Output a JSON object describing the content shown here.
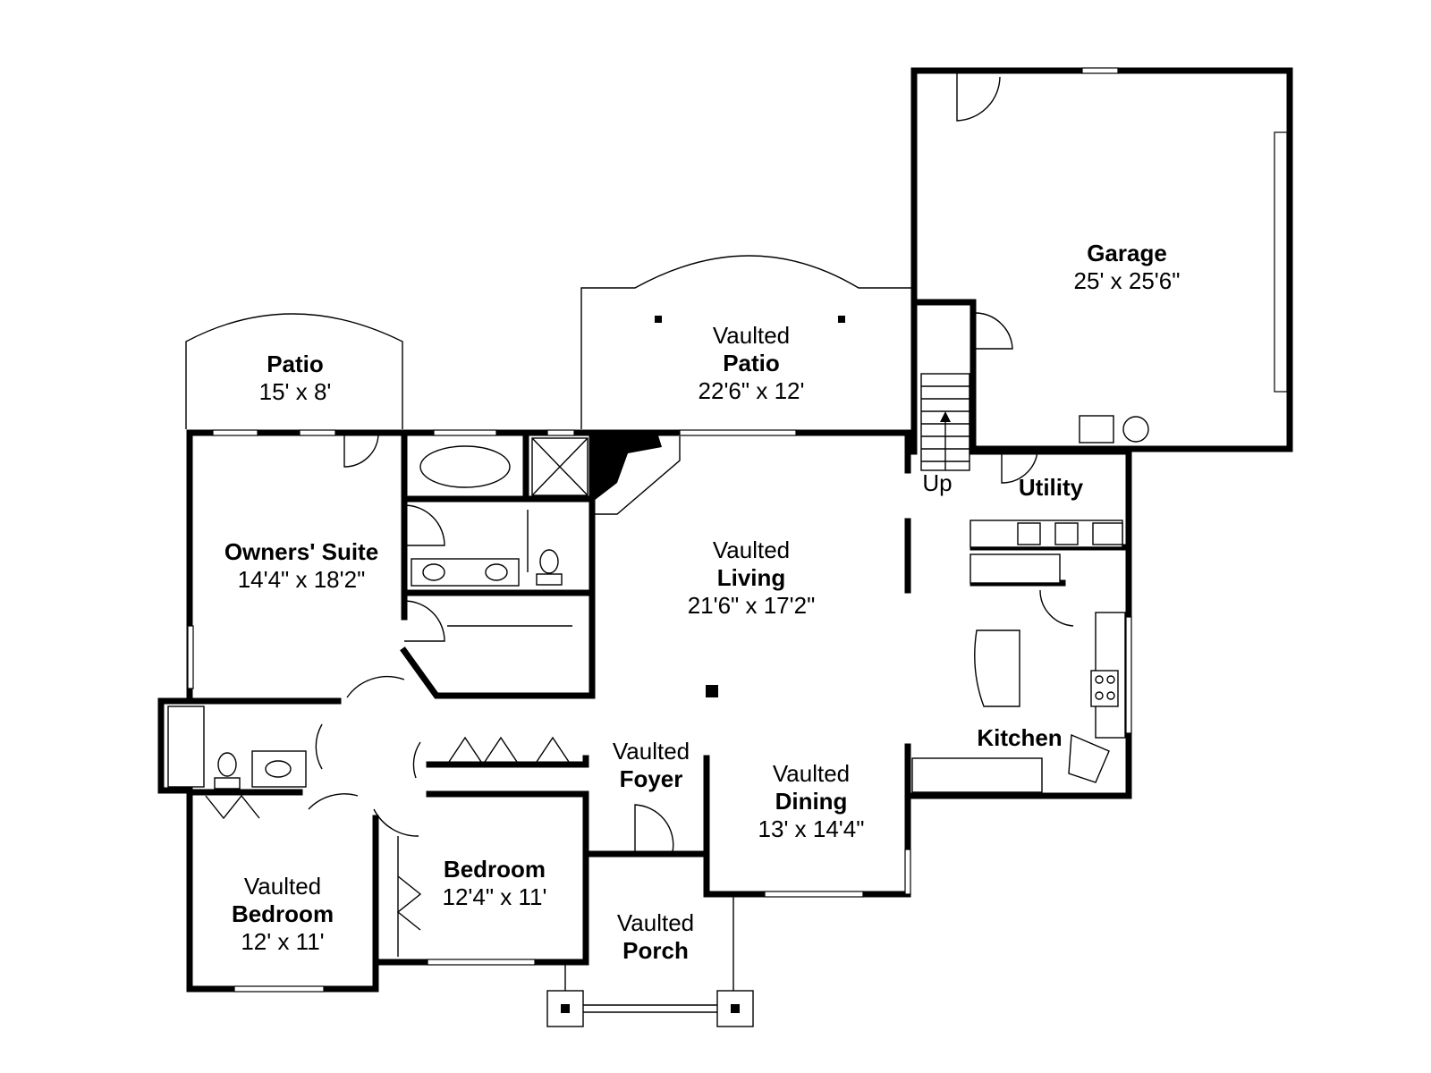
{
  "rooms": {
    "garage": {
      "name": "Garage",
      "size": "25' x 25'6\""
    },
    "patio_left": {
      "name": "Patio",
      "size": "15' x 8'"
    },
    "patio_center": {
      "prefix": "Vaulted",
      "name": "Patio",
      "size": "22'6\" x 12'"
    },
    "owners_suite": {
      "name": "Owners' Suite",
      "size": "14'4\" x 18'2\""
    },
    "living": {
      "prefix": "Vaulted",
      "name": "Living",
      "size": "21'6\" x 17'2\""
    },
    "utility": {
      "name": "Utility"
    },
    "stairs": {
      "label": "Up"
    },
    "kitchen": {
      "name": "Kitchen"
    },
    "foyer": {
      "prefix": "Vaulted",
      "name": "Foyer"
    },
    "dining": {
      "prefix": "Vaulted",
      "name": "Dining",
      "size": "13' x 14'4\""
    },
    "bedroom_left": {
      "prefix": "Vaulted",
      "name": "Bedroom",
      "size": "12' x 11'"
    },
    "bedroom_center": {
      "name": "Bedroom",
      "size": "12'4\" x 11'"
    },
    "porch": {
      "prefix": "Vaulted",
      "name": "Porch"
    }
  }
}
